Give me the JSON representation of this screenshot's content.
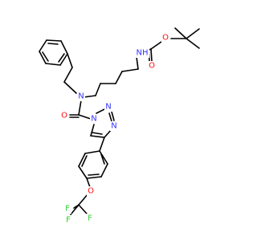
{
  "molecule": {
    "colors": {
      "bond": "#000000",
      "nitrogen": "#3333ff",
      "oxygen": "#ff0d0d",
      "fluorine": "#33cc33",
      "hydrogen": "#3333ff"
    },
    "atoms": {
      "nh": "NH",
      "boc_o_ester": "O",
      "boc_o_carbonyl": "O",
      "amide_n": "N",
      "amide_o": "O",
      "triazole_n1": "N",
      "triazole_n2": "N",
      "triazole_n3": "N",
      "ether_o": "O",
      "f1": "F",
      "f2": "F",
      "f3": "F"
    }
  }
}
